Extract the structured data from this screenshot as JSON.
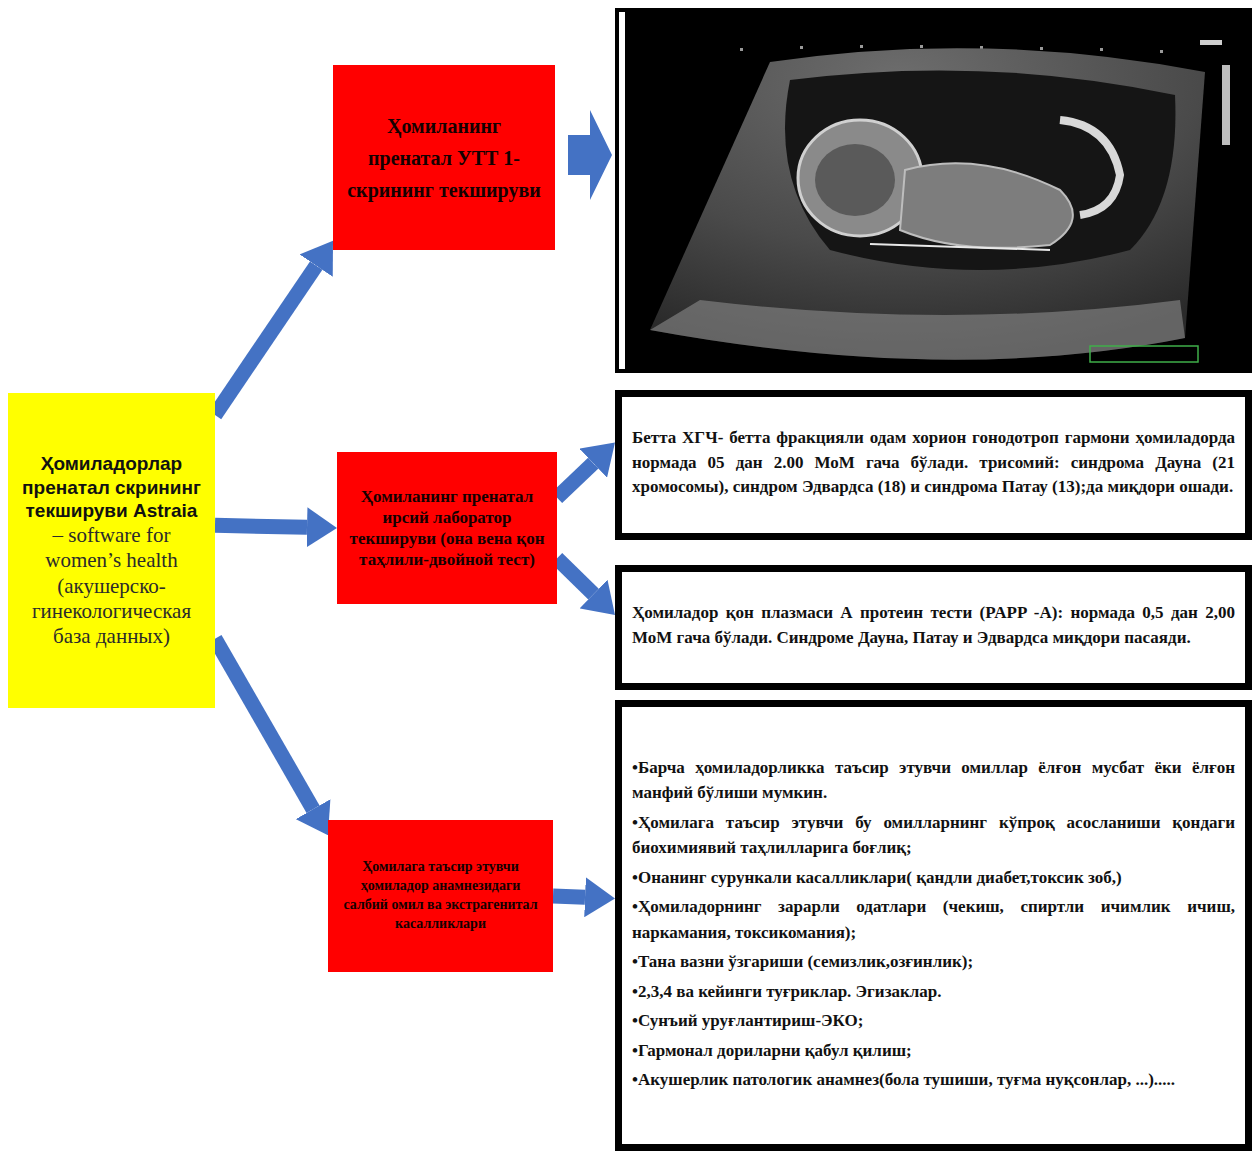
{
  "diagram": {
    "nodes": [
      {
        "text": [
          "Ҳомиладорлар пренатал скрининг текшируви Astraia",
          "– software for women’s health (акушерско-гинекологическая база данных)"
        ]
      },
      {
        "text": [
          "Ҳомиланинг пренатал УТТ 1-скрининг текшируви"
        ]
      },
      {
        "text": [
          "Ҳомиланинг пренатал ирсий лаборатор текшируви (она вена қон таҳлили-двойной тест)"
        ]
      },
      {
        "text": [
          "Бетта ХГЧ- бетта фракцияли одам хорион гонодотроп гармони ҳомиладорда нормада 05 дан 2.00 МоМ гача бўлади. трисомий: синдрома Дауна (21 хромосомы), синдром Эдвардса (18) и синдрома Патау (13);да миқдори ошади."
        ]
      },
      {
        "text": [
          "Ҳомиладор қон плазмаси А протеин тести (PAPP -A): нормада 0,5 дан 2,00 МоМ гача бўлади. Синдроме Дауна, Патау и Эдвардса миқдори пасаяди."
        ]
      },
      {
        "text": [
          "Ҳомилага таъсир этувчи ҳомиладор анамнезидаги салбий омил ва экстрагенитал касалликлари"
        ]
      },
      {
        "text": [
          "•Барча ҳомиладорликка таъсир этувчи омиллар ёлғон мусбат ёки ёлғон манфий бўлиши мумкин.",
          "•Ҳомилага таъсир этувчи бу омилларнинг кўпроқ асосланиши қондаги биохимиявий таҳлилларига боғлиқ;",
          "•Онанинг сурункали касалликлари( қандли диабет,токсик зоб,)",
          "•Ҳомиладорнинг зарарли одатлари (чекиш, спиртли ичимлик ичиш, наркамания, токсикомания);",
          "•Тана вазни ўзгариши (семизлик,озғинлик);",
          "•2,3,4 ва кейинги туғриклар. Эгизаклар.",
          "•Сунъий уруғлантириш-ЭКО;",
          "•Гармонал дориларни қабул қилиш;",
          "•Акушерлик патологик анамнез(бола тушиши, туғма нуқсонлар, ...)....."
        ]
      }
    ],
    "edges": [
      {
        "from": 0,
        "to": 1,
        "arrow": "to"
      },
      {
        "from": 0,
        "to": 2,
        "arrow": "to"
      },
      {
        "from": 0,
        "to": 5,
        "arrow": "to"
      },
      {
        "from": 2,
        "to": 3,
        "arrow": "to"
      },
      {
        "from": 2,
        "to": 4,
        "arrow": "to"
      },
      {
        "from": 5,
        "to": 6,
        "arrow": "to"
      }
    ]
  }
}
